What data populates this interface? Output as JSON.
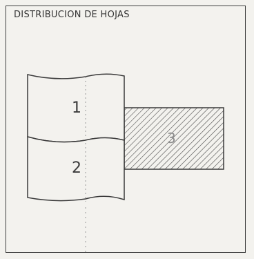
{
  "title": "DISTRIBUCION DE HOJAS",
  "sheets": [
    {
      "label": "1"
    },
    {
      "label": "2"
    },
    {
      "label": "3"
    }
  ],
  "colors": {
    "line": "#3a3a3a",
    "hatch": "#4a4a4a",
    "paper": "#f3f2ee"
  }
}
